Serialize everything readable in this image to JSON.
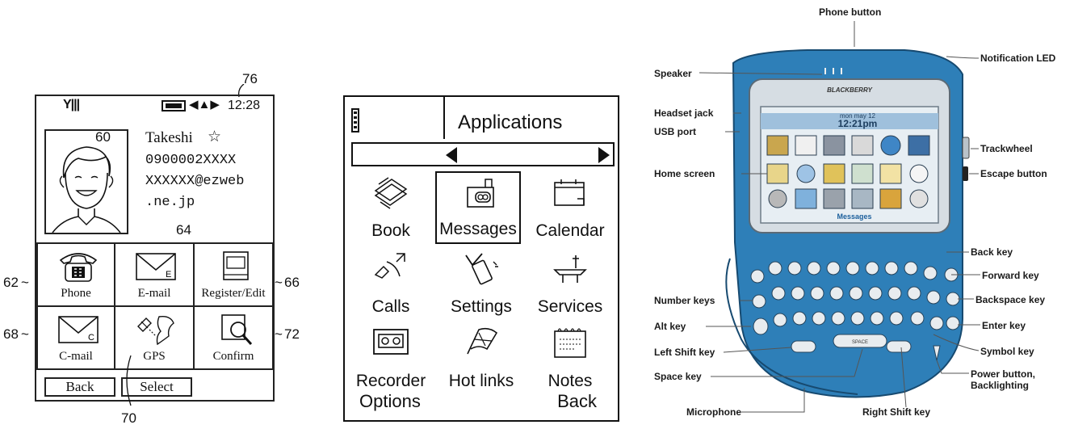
{
  "panel1": {
    "time": "12:28",
    "contact": {
      "name": "Takeshi",
      "star": "☆",
      "phone": "0900002XXXX",
      "email_line1": "XXXXXX@ezweb",
      "email_line2": ".ne.jp"
    },
    "buttons": [
      {
        "label": "Phone"
      },
      {
        "label": "E-mail"
      },
      {
        "label": "Register/Edit"
      },
      {
        "label": "C-mail"
      },
      {
        "label": "GPS"
      },
      {
        "label": "Confirm"
      }
    ],
    "softkeys": {
      "left": "Back",
      "right": "Select"
    },
    "refs": {
      "r76": "76",
      "r60": "60",
      "r64": "64",
      "r62": "62",
      "r66": "66",
      "r68": "68",
      "r72": "72",
      "r70": "70"
    }
  },
  "panel2": {
    "title": "Applications",
    "apps": [
      {
        "name": "Book"
      },
      {
        "name": "Messages"
      },
      {
        "name": "Calendar"
      },
      {
        "name": "Calls"
      },
      {
        "name": "Settings"
      },
      {
        "name": "Services"
      },
      {
        "name": "Recorder"
      },
      {
        "name": "Hot  links"
      },
      {
        "name": "Notes"
      }
    ],
    "soft_left": "Options",
    "soft_right": "Back"
  },
  "panel3": {
    "brand": "BLACKBERRY",
    "date": "mon may 12",
    "clock": "12:21pm",
    "screen_label": "Messages",
    "space_key": "SPACE",
    "callouts": {
      "phone_button": "Phone button",
      "notification_led": "Notification LED",
      "speaker": "Speaker",
      "headset_jack": "Headset jack",
      "usb_port": "USB port",
      "trackwheel": "Trackwheel",
      "home_screen": "Home screen",
      "escape_button": "Escape button",
      "back_key": "Back key",
      "forward_key": "Forward key",
      "number_keys": "Number keys",
      "backspace_key": "Backspace key",
      "alt_key": "Alt key",
      "enter_key": "Enter key",
      "left_shift_key": "Left Shift key",
      "symbol_key": "Symbol key",
      "space_key": "Space key",
      "power_button_1": "Power button,",
      "power_button_2": "Backlighting",
      "microphone": "Microphone",
      "right_shift_key": "Right Shift key"
    },
    "colors": {
      "body": "#2e7fb8",
      "body_dark": "#1e5d8c",
      "screen": "#dfe8ee",
      "keys": "#e8ecef"
    }
  }
}
